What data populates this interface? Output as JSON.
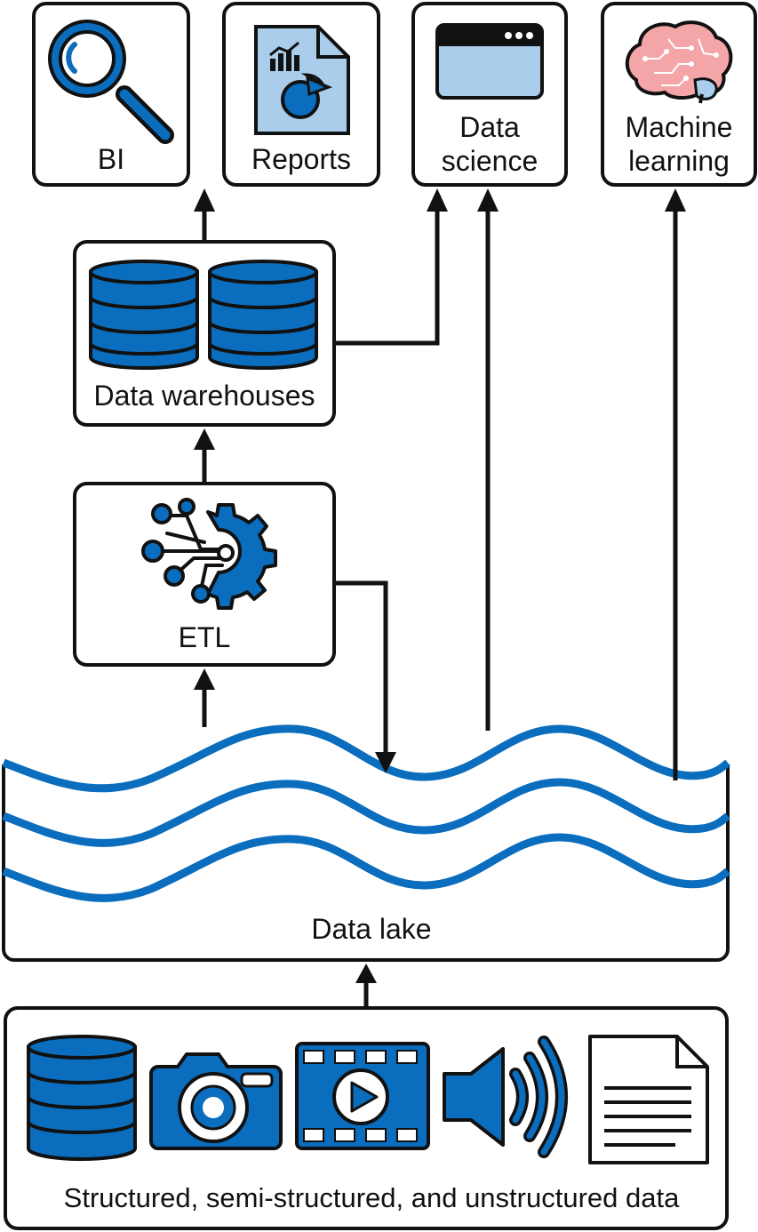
{
  "colors": {
    "primary_blue": "#0b6dbd",
    "light_blue": "#a9cdea",
    "dark_blue": "#1a4d7a",
    "outline": "#111111",
    "background": "#ffffff",
    "brain_pink": "#f4a5a8"
  },
  "nodes": {
    "bi": {
      "label": "BI",
      "icon": "magnifier-icon"
    },
    "reports": {
      "label": "Reports",
      "icon": "report-document-icon"
    },
    "data_science": {
      "label_line1": "Data",
      "label_line2": "science",
      "icon": "browser-window-icon"
    },
    "machine_learning": {
      "label_line1": "Machine",
      "label_line2": "learning",
      "icon": "brain-icon"
    },
    "data_warehouses": {
      "label": "Data warehouses",
      "icon": "database-icon"
    },
    "etl": {
      "label": "ETL",
      "icon": "etl-gear-icon"
    },
    "data_lake": {
      "label": "Data lake",
      "icon": "wave-icon"
    },
    "sources": {
      "label": "Structured, semi-structured, and unstructured data",
      "icons": [
        "database-icon",
        "camera-icon",
        "video-icon",
        "audio-speaker-icon",
        "text-document-icon"
      ]
    }
  },
  "edges": [
    {
      "from": "sources",
      "to": "data_lake"
    },
    {
      "from": "data_lake",
      "to": "etl"
    },
    {
      "from": "etl",
      "to": "data_lake"
    },
    {
      "from": "etl",
      "to": "data_warehouses"
    },
    {
      "from": "data_warehouses",
      "to": "bi"
    },
    {
      "from": "data_warehouses",
      "to": "data_science"
    },
    {
      "from": "data_lake",
      "to": "data_science"
    },
    {
      "from": "data_lake",
      "to": "machine_learning"
    }
  ]
}
